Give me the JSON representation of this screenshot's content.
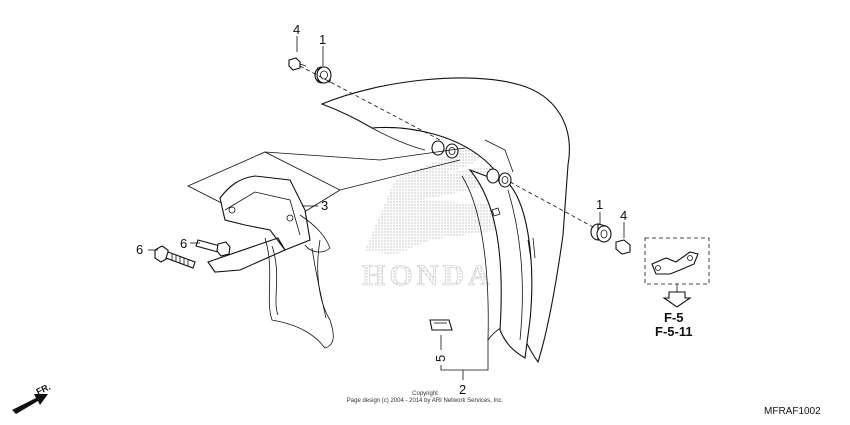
{
  "callouts": {
    "c1_top": "1",
    "c4_top": "4",
    "c1_right": "1",
    "c4_right": "4",
    "c3": "3",
    "c6_left": "6",
    "c6_mid": "6",
    "c5": "5",
    "c2": "2"
  },
  "references": {
    "ref1": "F-5",
    "ref2": "F-5-11"
  },
  "copyright": {
    "line1": "Copyright",
    "line2": "Page design (c) 2004 - 2014 by ARI Network Services, Inc."
  },
  "diagram_code": "MFRAF1002",
  "front_indicator": "FR.",
  "watermark": "HONDA",
  "colors": {
    "line": "#111111",
    "watermark_dots": "#b8b8b8",
    "background": "#ffffff"
  }
}
